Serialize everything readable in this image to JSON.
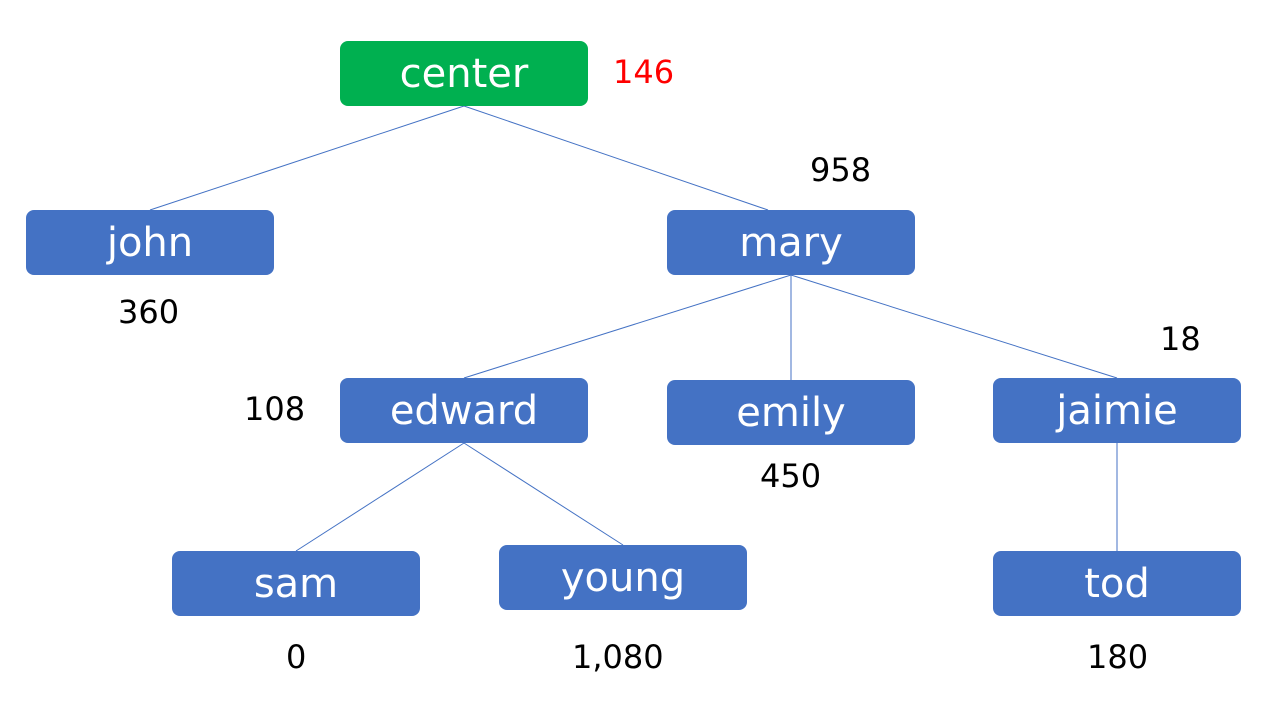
{
  "tree": {
    "nodes": {
      "center": {
        "label": "center",
        "value": "146",
        "color": "#00B050"
      },
      "john": {
        "label": "john",
        "value": "360"
      },
      "mary": {
        "label": "mary",
        "value": "958"
      },
      "edward": {
        "label": "edward",
        "value": "108"
      },
      "emily": {
        "label": "emily",
        "value": "450"
      },
      "jaimie": {
        "label": "jaimie",
        "value": "18"
      },
      "sam": {
        "label": "sam",
        "value": "0"
      },
      "young": {
        "label": "young",
        "value": "1,080"
      },
      "tod": {
        "label": "tod",
        "value": "180"
      }
    },
    "edges": [
      [
        "center",
        "john"
      ],
      [
        "center",
        "mary"
      ],
      [
        "mary",
        "edward"
      ],
      [
        "mary",
        "emily"
      ],
      [
        "mary",
        "jaimie"
      ],
      [
        "edward",
        "sam"
      ],
      [
        "edward",
        "young"
      ],
      [
        "jaimie",
        "tod"
      ]
    ],
    "colors": {
      "node": "#4472C4",
      "root_node": "#00B050",
      "edge": "#4472C4",
      "root_value": "#FF0000"
    }
  }
}
